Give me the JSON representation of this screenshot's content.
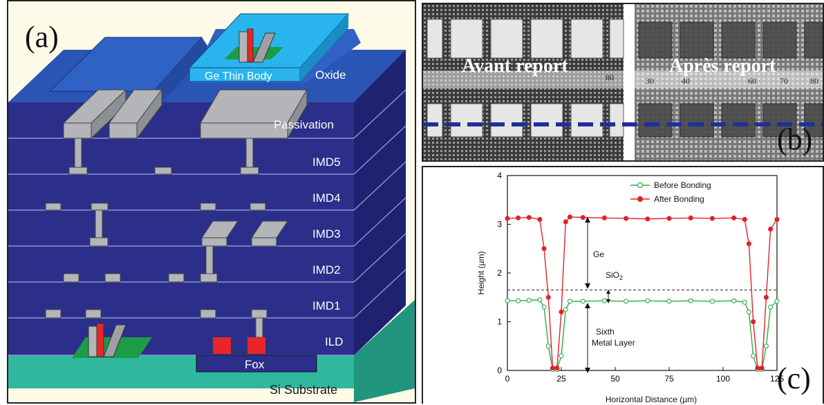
{
  "panel_a": {
    "label": "(a)",
    "layers": {
      "ge_thin_body": "Ge Thin Body",
      "oxide": "Oxide",
      "passivation": "Passivation",
      "imd5": "IMD5",
      "imd4": "IMD4",
      "imd3": "IMD3",
      "imd2": "IMD2",
      "imd1": "IMD1",
      "ild": "ILD",
      "fox": "Fox",
      "si_substrate": "Si Substrate"
    },
    "colors": {
      "layer_blue": "#2b2f8a",
      "layer_side": "#1e2270",
      "top_blue": "#2a55b5",
      "ge_body": "#2ab4ee",
      "substrate": "#30b89e",
      "metal_gray": "#b3b5b8",
      "contact_red": "#e8262a",
      "gate_green": "#1c9c44"
    }
  },
  "panel_b": {
    "label": "(b)",
    "left_caption": "Avant report",
    "right_caption": "Après report",
    "left_scale": [
      "80"
    ],
    "right_scale": [
      "30",
      "40",
      "60",
      "70",
      "80"
    ]
  },
  "panel_c": {
    "label": "(c)",
    "annotations": {
      "ge": "Ge",
      "sio2_main": "SiO",
      "sio2_sub": "2",
      "sixth_line1": "Sixth",
      "sixth_line2": "Metal Layer"
    },
    "colors": {
      "before": "#2fa84a",
      "after": "#e0222a"
    }
  },
  "chart_data": {
    "type": "line",
    "xlabel": "Horizontal Distance (µm)",
    "ylabel": "Height (µm)",
    "xlim": [
      0,
      125
    ],
    "ylim": [
      0,
      4
    ],
    "xticks": [
      "0",
      "25",
      "50",
      "75",
      "100",
      "125"
    ],
    "yticks": [
      "0",
      "1",
      "2",
      "3",
      "4"
    ],
    "legend_position": "top-center",
    "reference_line_y": 1.65,
    "series": [
      {
        "name": "Before Bonding",
        "x": [
          0,
          5,
          10,
          15,
          17,
          19,
          21,
          23,
          25,
          27,
          29,
          35,
          45,
          55,
          65,
          75,
          85,
          95,
          105,
          110,
          112,
          114,
          116,
          118,
          120,
          122,
          125
        ],
        "y": [
          1.43,
          1.43,
          1.44,
          1.45,
          1.3,
          0.5,
          0.02,
          0.02,
          0.3,
          1.25,
          1.42,
          1.42,
          1.43,
          1.42,
          1.43,
          1.42,
          1.43,
          1.42,
          1.43,
          1.4,
          1.2,
          0.3,
          0.02,
          0.02,
          0.5,
          1.3,
          1.42
        ]
      },
      {
        "name": "After Bonding",
        "x": [
          0,
          5,
          10,
          15,
          17,
          19,
          21,
          23,
          25,
          27,
          29,
          35,
          45,
          55,
          65,
          75,
          85,
          95,
          105,
          110,
          112,
          114,
          116,
          118,
          120,
          122,
          125
        ],
        "y": [
          3.12,
          3.13,
          3.14,
          3.1,
          2.5,
          1.5,
          0.05,
          0.05,
          1.2,
          3.05,
          3.15,
          3.14,
          3.13,
          3.12,
          3.11,
          3.12,
          3.13,
          3.12,
          3.13,
          3.1,
          2.6,
          1.0,
          0.05,
          0.05,
          1.5,
          2.9,
          3.1
        ]
      }
    ]
  }
}
